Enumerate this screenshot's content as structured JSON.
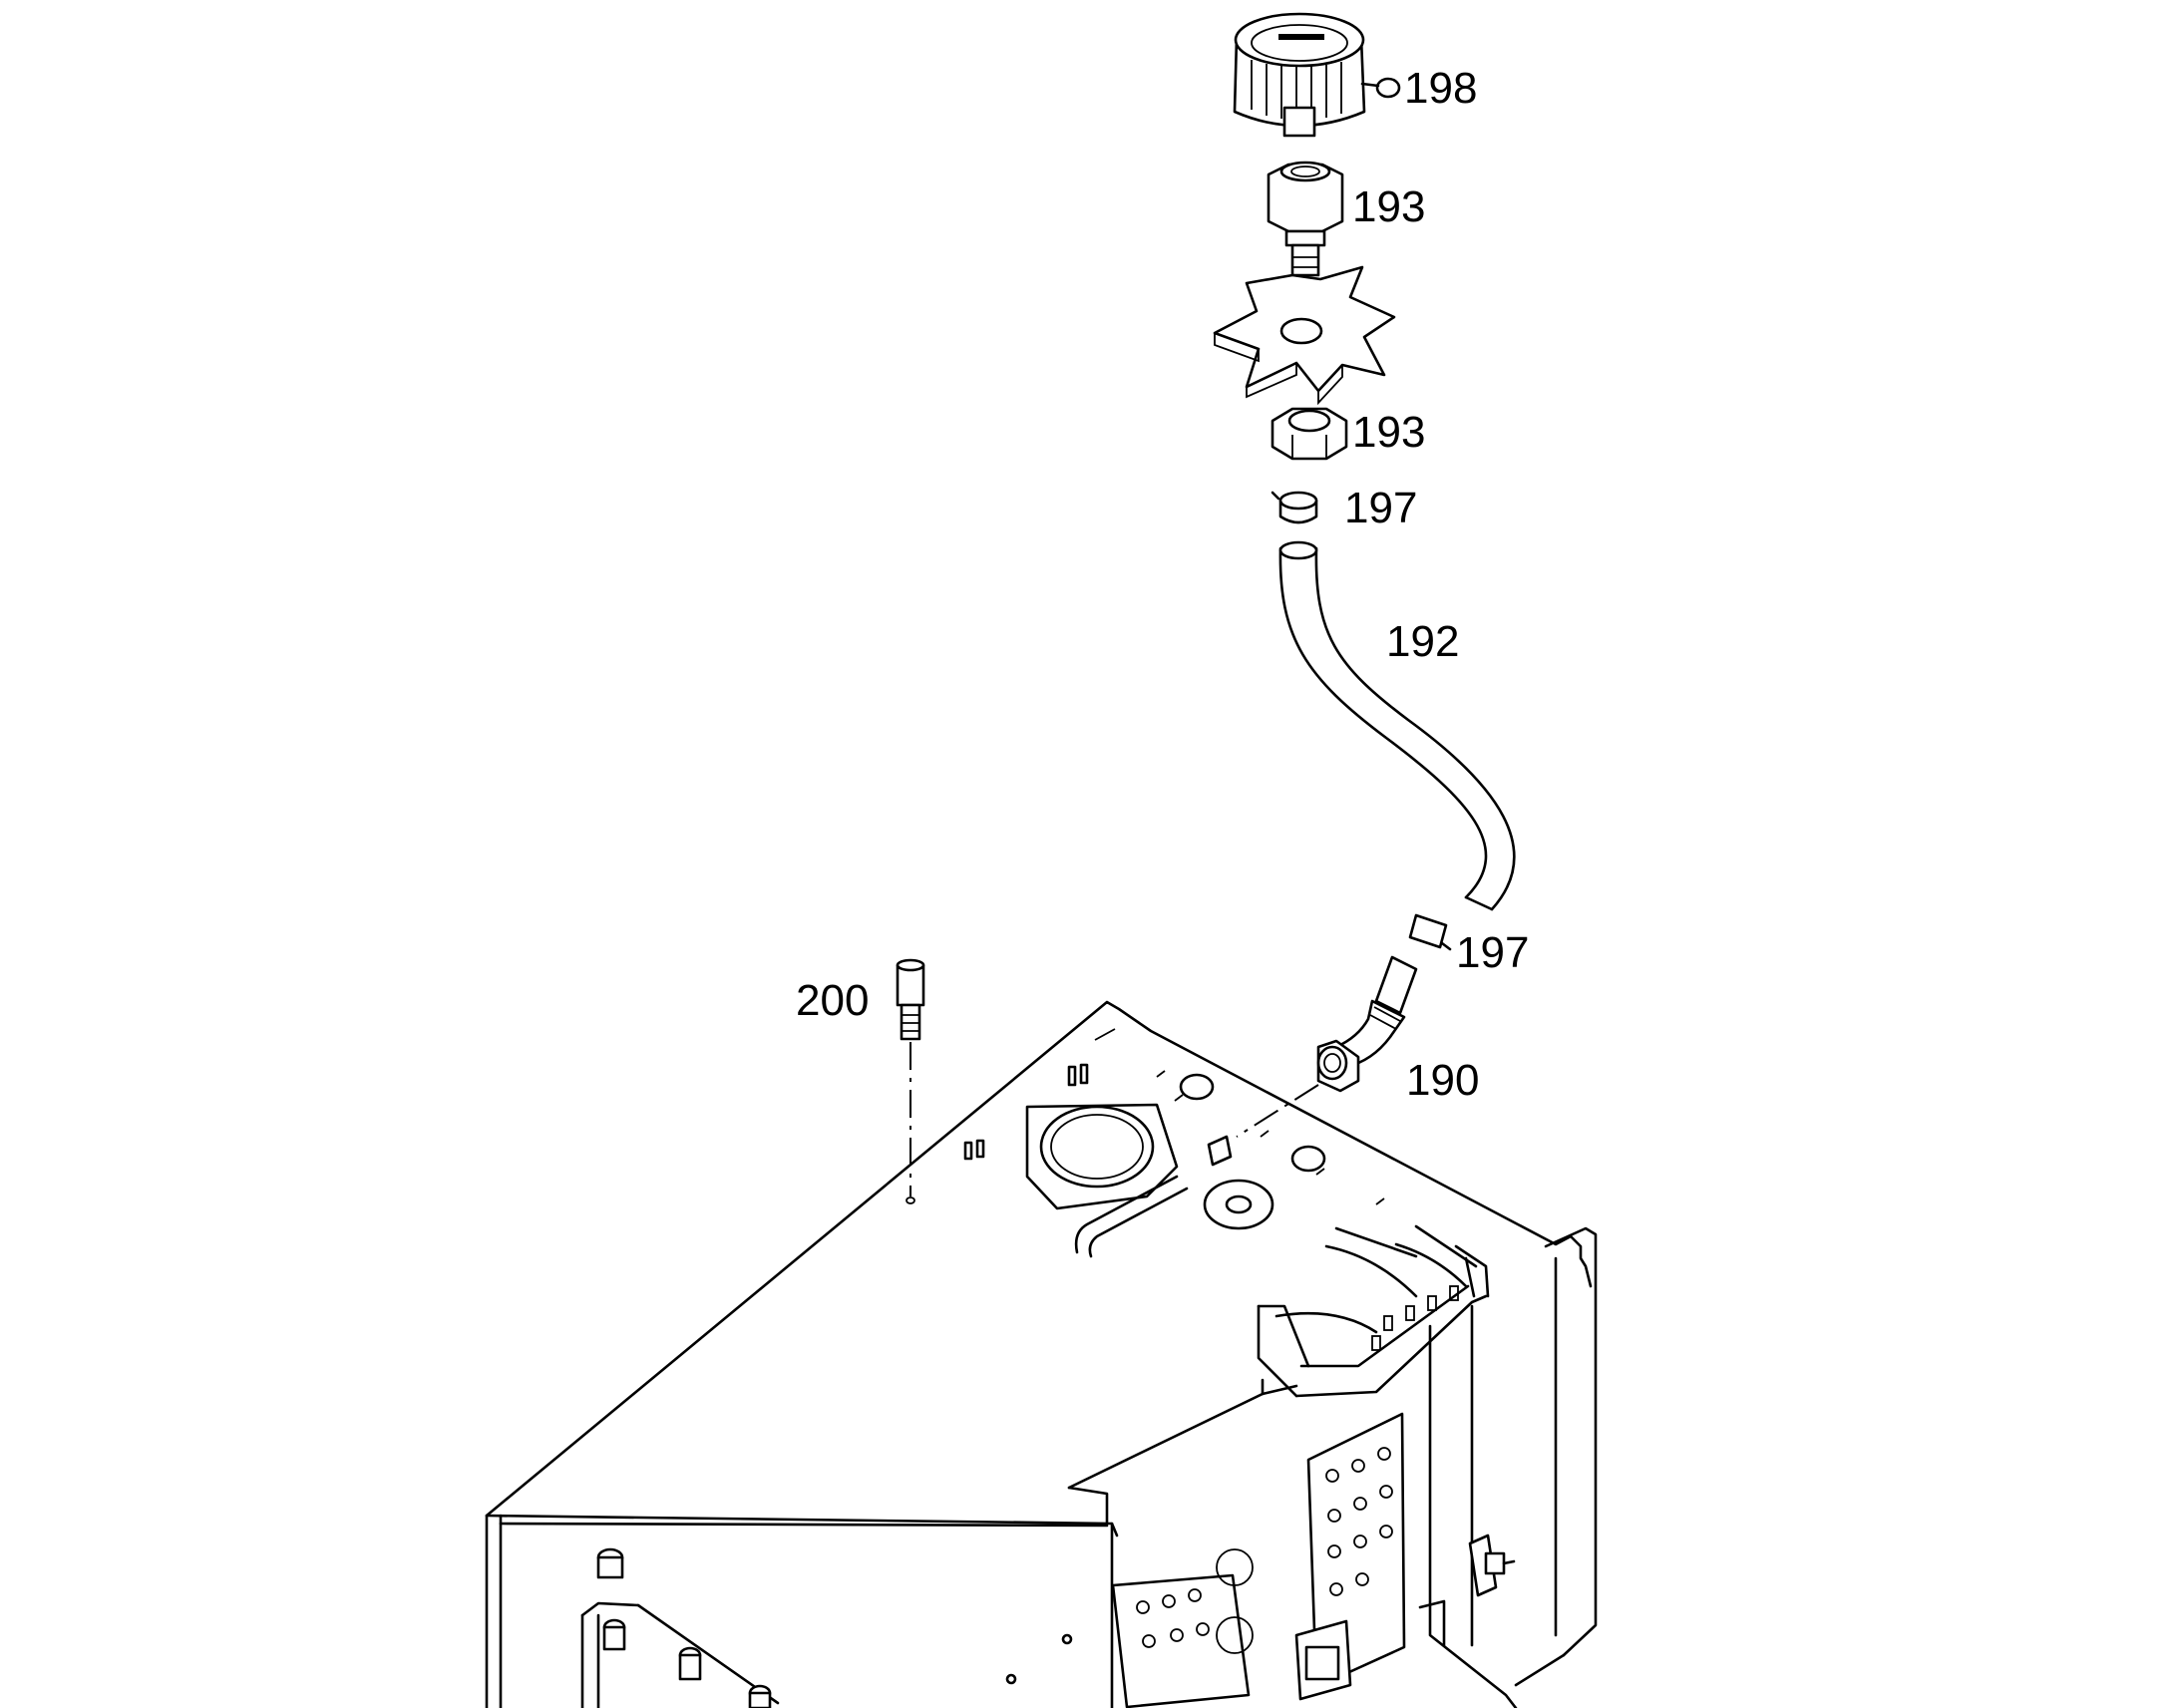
{
  "callouts": {
    "part_198": "198",
    "part_193_upper": "193",
    "part_193_lower": "193",
    "part_197_upper": "197",
    "part_192": "192",
    "part_197_lower": "197",
    "part_200": "200",
    "part_190": "190"
  },
  "colors": {
    "line": "#000000",
    "background": "#ffffff"
  }
}
